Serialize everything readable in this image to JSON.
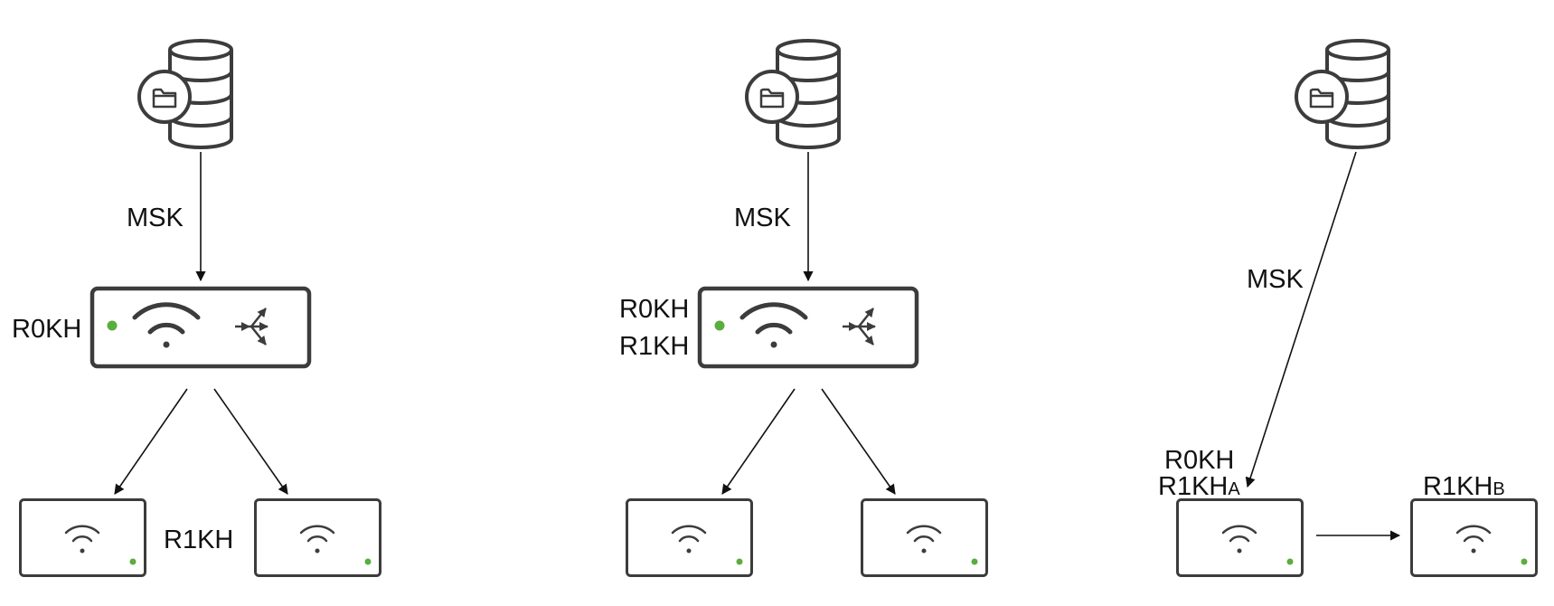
{
  "colors": {
    "stroke": "#3c3c3c",
    "led": "#5aad3e",
    "text": "#111111"
  },
  "icons": {
    "server": "database-server-icon",
    "folder": "folder-icon",
    "controller": "wireless-controller-icon",
    "access_point": "access-point-icon",
    "wifi": "wifi-icon",
    "fanout": "fan-out-arrows-icon"
  },
  "panels": [
    {
      "msk_label": "MSK",
      "controller_labels": [
        "R0KH"
      ],
      "ap_pair_label": "R1KH"
    },
    {
      "msk_label": "MSK",
      "controller_labels": [
        "R0KH",
        "R1KH"
      ]
    },
    {
      "msk_label": "MSK",
      "ap_a_labels": {
        "line1": "R0KH",
        "line2": "R1KH",
        "line2_sub": "A"
      },
      "ap_b_labels": {
        "main": "R1KH",
        "sub": "B"
      }
    }
  ]
}
